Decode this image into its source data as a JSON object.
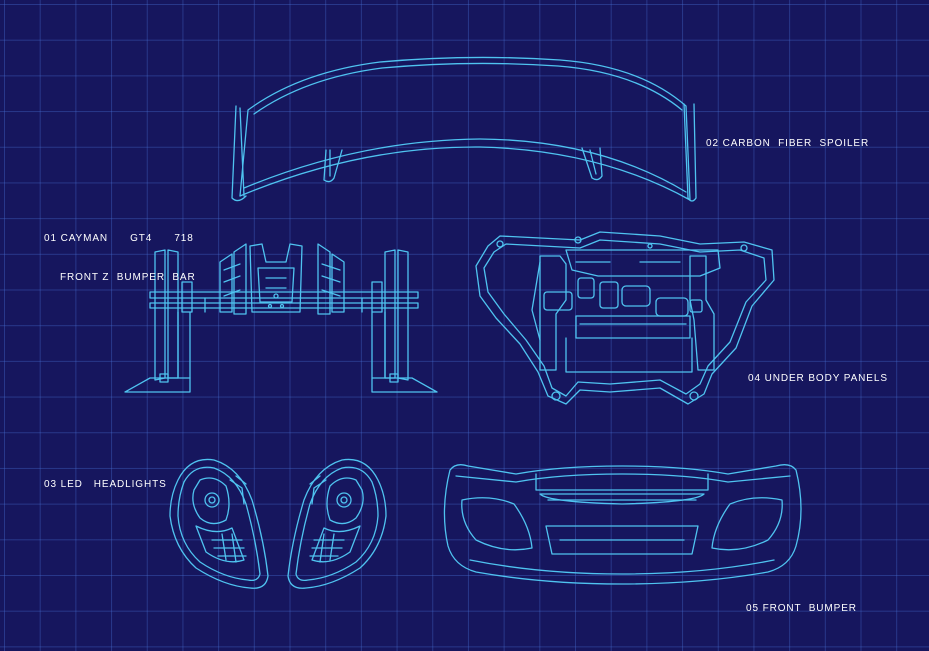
{
  "colors": {
    "background": "#16165e",
    "grid": "#4a6ed2",
    "line": "#4fc3f0",
    "text": "#ffffff"
  },
  "labels": {
    "spoiler": "02 CARBON  FIBER  SPOILER",
    "bumper_bar_line1": "01 CAYMAN      GT4      718",
    "bumper_bar_line2": "FRONT Z  BUMPER  BAR",
    "under_body": "04 UNDER BODY PANELS",
    "headlights": "03 LED   HEADLIGHTS",
    "front_bumper": "05 FRONT  BUMPER"
  }
}
